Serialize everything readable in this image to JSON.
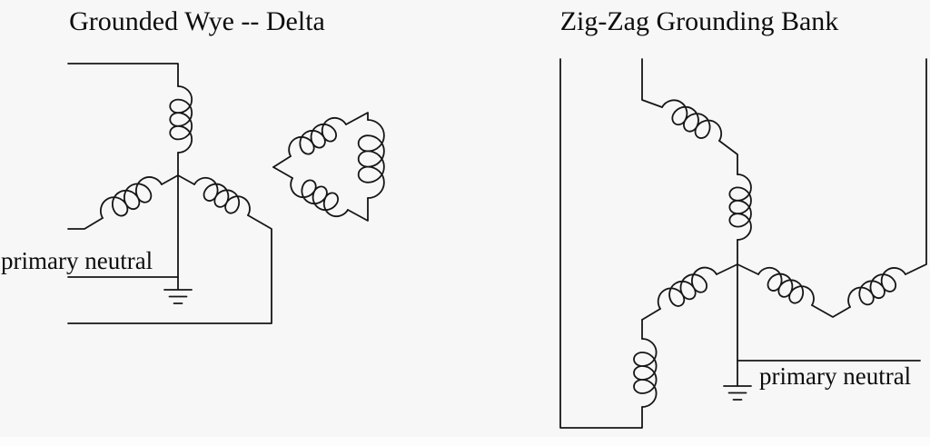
{
  "page": {
    "background": "#f7f7f7",
    "line_color": "#161616",
    "text_color": "#0d0d0d"
  },
  "left_diagram": {
    "title": "Grounded Wye -- Delta",
    "neutral_label": "primary neutral"
  },
  "right_diagram": {
    "title": "Zig-Zag Grounding Bank",
    "neutral_label": "primary neutral"
  }
}
